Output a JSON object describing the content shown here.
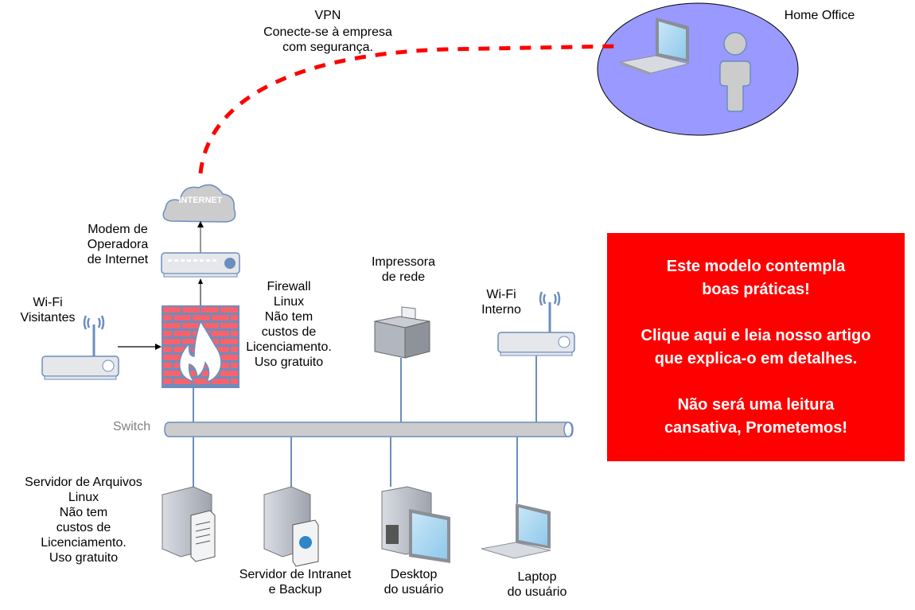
{
  "vpn": {
    "title": "VPN",
    "subtitle": "Conecte-se à empresa\ncom segurança.",
    "line_color": "#ff0000"
  },
  "home_office": {
    "label": "Home Office",
    "fill_color": "#9999ff",
    "icons": [
      "laptop-icon",
      "user-icon"
    ]
  },
  "internet": {
    "cloud_text": "INTERNET"
  },
  "modem": {
    "label": "Modem de\nOperadora\nde Internet"
  },
  "firewall": {
    "label": "Firewall\nLinux\nNão tem\ncustos de\nLicenciamento.\nUso gratuito"
  },
  "wifi_guest": {
    "label": "Wi-Fi\nVisitantes"
  },
  "printer": {
    "label": "Impressora\nde rede"
  },
  "wifi_internal": {
    "label": "Wi-Fi\nInterno"
  },
  "switch": {
    "label": "Switch"
  },
  "devices": [
    {
      "id": "file-server",
      "label": "Servidor de Arquivos\nLinux\nNão tem\ncustos de\nLicenciamento.\nUso gratuito"
    },
    {
      "id": "intranet-server",
      "label": "Servidor de Intranet\ne Backup"
    },
    {
      "id": "desktop",
      "label": "Desktop\ndo usuário"
    },
    {
      "id": "laptop",
      "label": "Laptop\ndo usuário"
    }
  ],
  "cta": {
    "line1": "Este modelo contempla\nboas práticas!",
    "line2": "Clique aqui e leia nosso artigo\nque explica-o em detalhes.",
    "line3": "Não será uma leitura\ncansativa, Prometemos!",
    "bg_color": "#ff0000"
  },
  "colors": {
    "device_outline": "#6c8ebf",
    "brick": "#f8636b",
    "switch_fill": "#cccccc"
  }
}
